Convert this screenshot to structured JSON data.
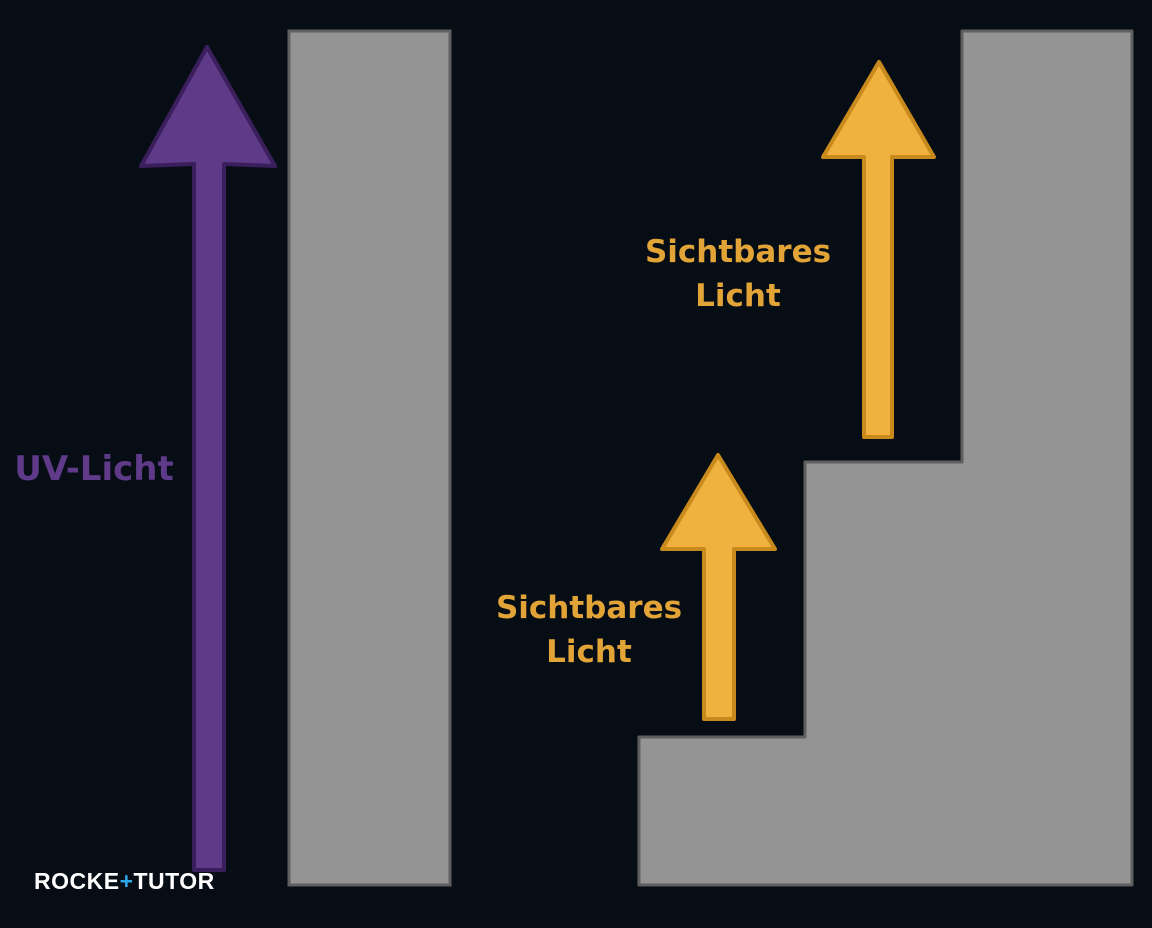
{
  "colors": {
    "background": "#060d15",
    "block_fill": "#949494",
    "block_stroke": "#5f5f5f",
    "uv_arrow": "#5e3a88",
    "uv_arrow_stroke": "#3b1f5c",
    "uv_text": "#5e3a88",
    "visible_arrow": "#f0b13f",
    "visible_arrow_stroke": "#c88a1c",
    "visible_text": "#e2a437",
    "logo_main": "#ffffff",
    "logo_accent": "#2fa6e8"
  },
  "labels": {
    "uv": "UV-Licht",
    "visible_upper": [
      "Sichtbares",
      "Licht"
    ],
    "visible_lower": [
      "Sichtbares",
      "Licht"
    ]
  },
  "logo": {
    "part_a": "ROCKE",
    "part_b": "+",
    "part_c": "TUTOR"
  },
  "icons": {
    "uv_arrow": "arrow-up-icon",
    "visible_arrow_upper": "arrow-up-icon",
    "visible_arrow_lower": "arrow-up-icon"
  }
}
